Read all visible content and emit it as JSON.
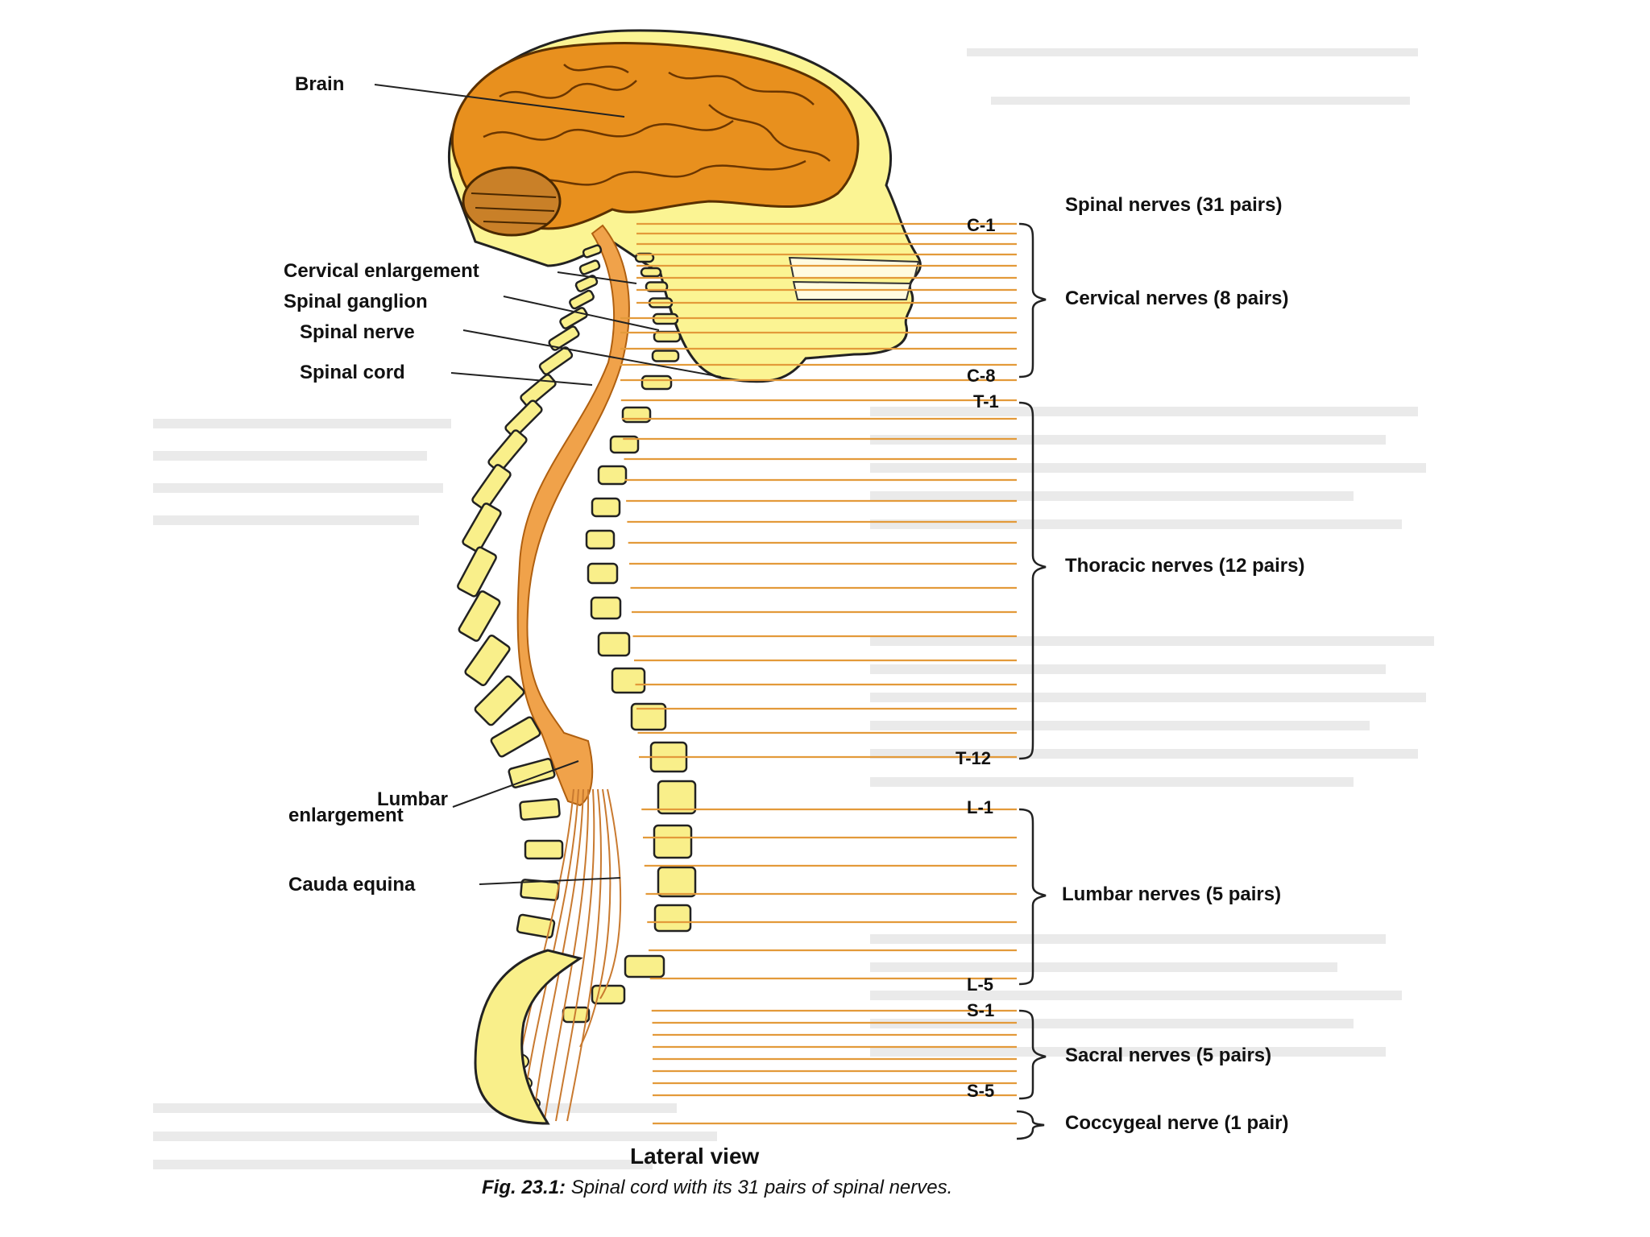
{
  "left_labels": {
    "brain": "Brain",
    "cervical_enlargement": "Cervical enlargement",
    "spinal_ganglion": "Spinal ganglion",
    "spinal_nerve": "Spinal nerve",
    "spinal_cord": "Spinal cord",
    "lumbar_line1": "Lumbar",
    "lumbar_line2": "enlargement",
    "cauda_equina": "Cauda equina"
  },
  "segment_labels": {
    "c1": "C-1",
    "c8": "C-8",
    "t1": "T-1",
    "t12": "T-12",
    "l1": "L-1",
    "l5": "L-5",
    "s1": "S-1",
    "s5": "S-5"
  },
  "group_labels": {
    "spinal_nerves": "Spinal nerves (31 pairs)",
    "cervical": "Cervical nerves (8 pairs)",
    "thoracic": "Thoracic nerves (12 pairs)",
    "lumbar": "Lumbar nerves  (5 pairs)",
    "sacral": "Sacral nerves (5 pairs)",
    "coccygeal": "Coccygeal nerve (1 pair)"
  },
  "caption": {
    "view": "Lateral view",
    "fig_number": "Fig. 23.1:",
    "fig_text": " Spinal cord with its 31 pairs of spinal nerves."
  },
  "colors": {
    "head_fill": "#fbf493",
    "brain_fill": "#e8901e",
    "cord_fill": "#f0a24a",
    "vertebra_fill": "#f9ef8a",
    "nerve_line": "#e39a3a"
  }
}
